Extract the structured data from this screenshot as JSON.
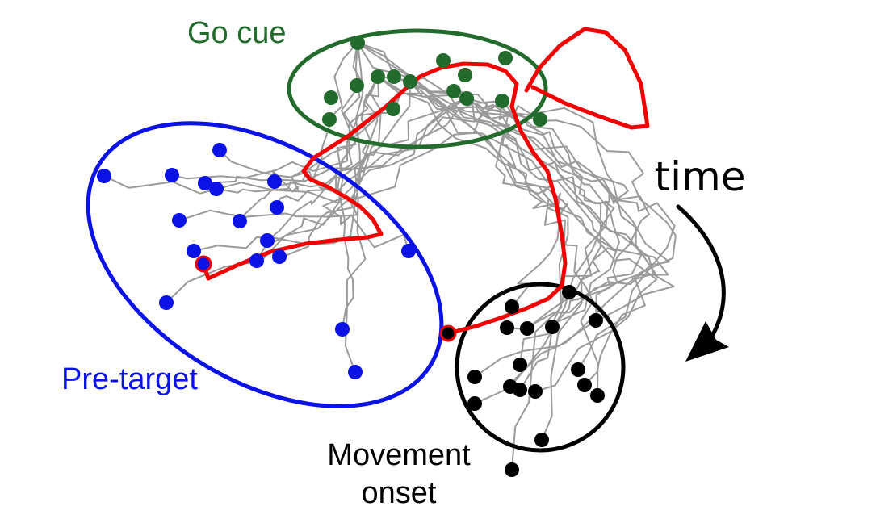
{
  "labels": {
    "go_cue": "Go cue",
    "pre_target": "Pre-target",
    "movement_onset_line1": "Movement",
    "movement_onset_line2": "onset",
    "time": "time"
  },
  "colors": {
    "pre_target": "#0a12e6",
    "go_cue": "#236b2d",
    "movement_onset": "#000000",
    "highlight_trajectory": "#f00000",
    "trajectories": "#9a9a9a"
  }
}
